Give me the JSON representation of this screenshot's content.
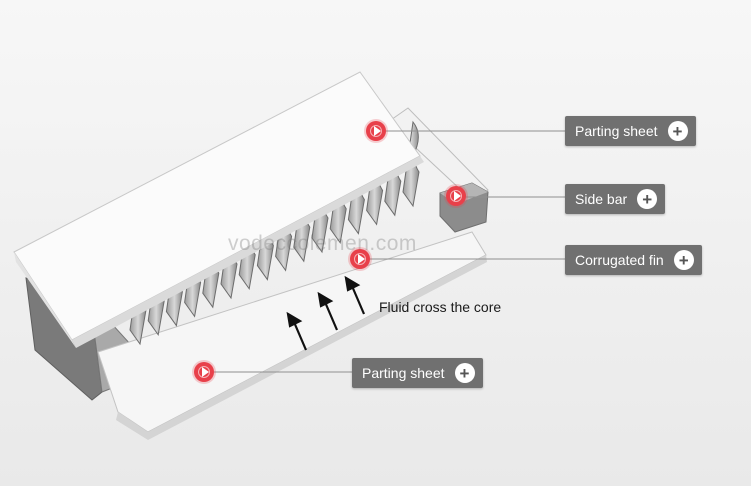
{
  "labels": {
    "parting_sheet_top": "Parting sheet",
    "side_bar": "Side bar",
    "corrugated_fin": "Corrugated fin",
    "parting_sheet_bottom": "Parting sheet",
    "flow": "Fluid cross the core"
  },
  "watermark": "vodeccolemen.com",
  "icons": {
    "hotspot": "play-icon",
    "expand": "plus-icon"
  },
  "colors": {
    "hotspot": "#e8404a",
    "callout": "#707070",
    "sheet": "#fbfbfb"
  },
  "plus_glyph": "+"
}
